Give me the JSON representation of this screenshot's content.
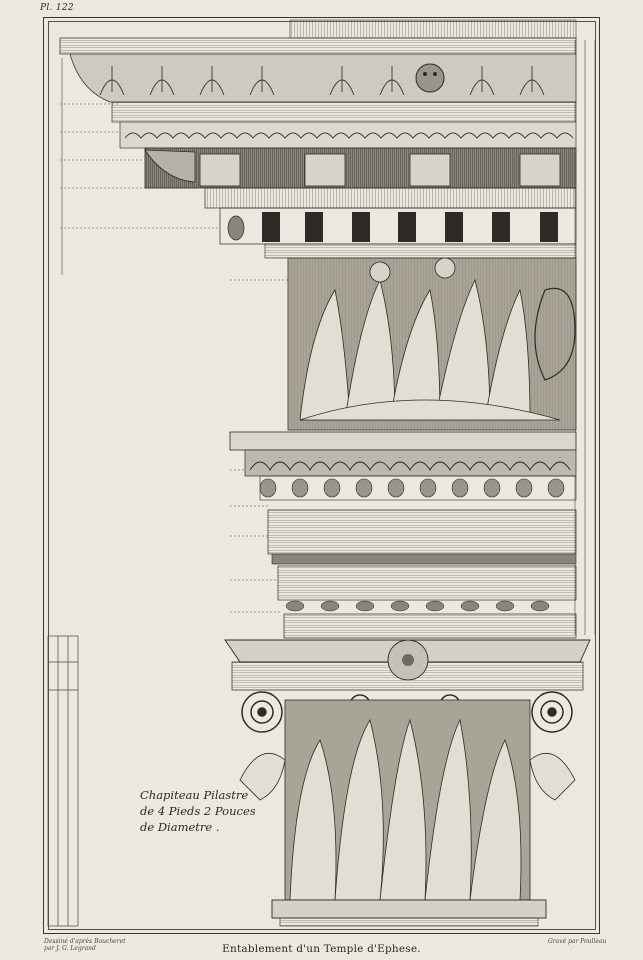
{
  "plate": {
    "number": "Pl. 122"
  },
  "caption": {
    "line1": "Chapiteau Pilastre",
    "line2": "de 4 Pieds 2 Pouces",
    "line3": "de Diametre ."
  },
  "credits": {
    "drawn_line1": "Dessiné d'après Boucheret",
    "drawn_line2": "par J. G. Legrand",
    "engraved": "Gravé par Poulleau"
  },
  "title": "Entablement d'un Temple d'Ephese.",
  "colors": {
    "paper": "#ebe8df",
    "ink": "#2b2925",
    "shade": "#6e6a62"
  }
}
